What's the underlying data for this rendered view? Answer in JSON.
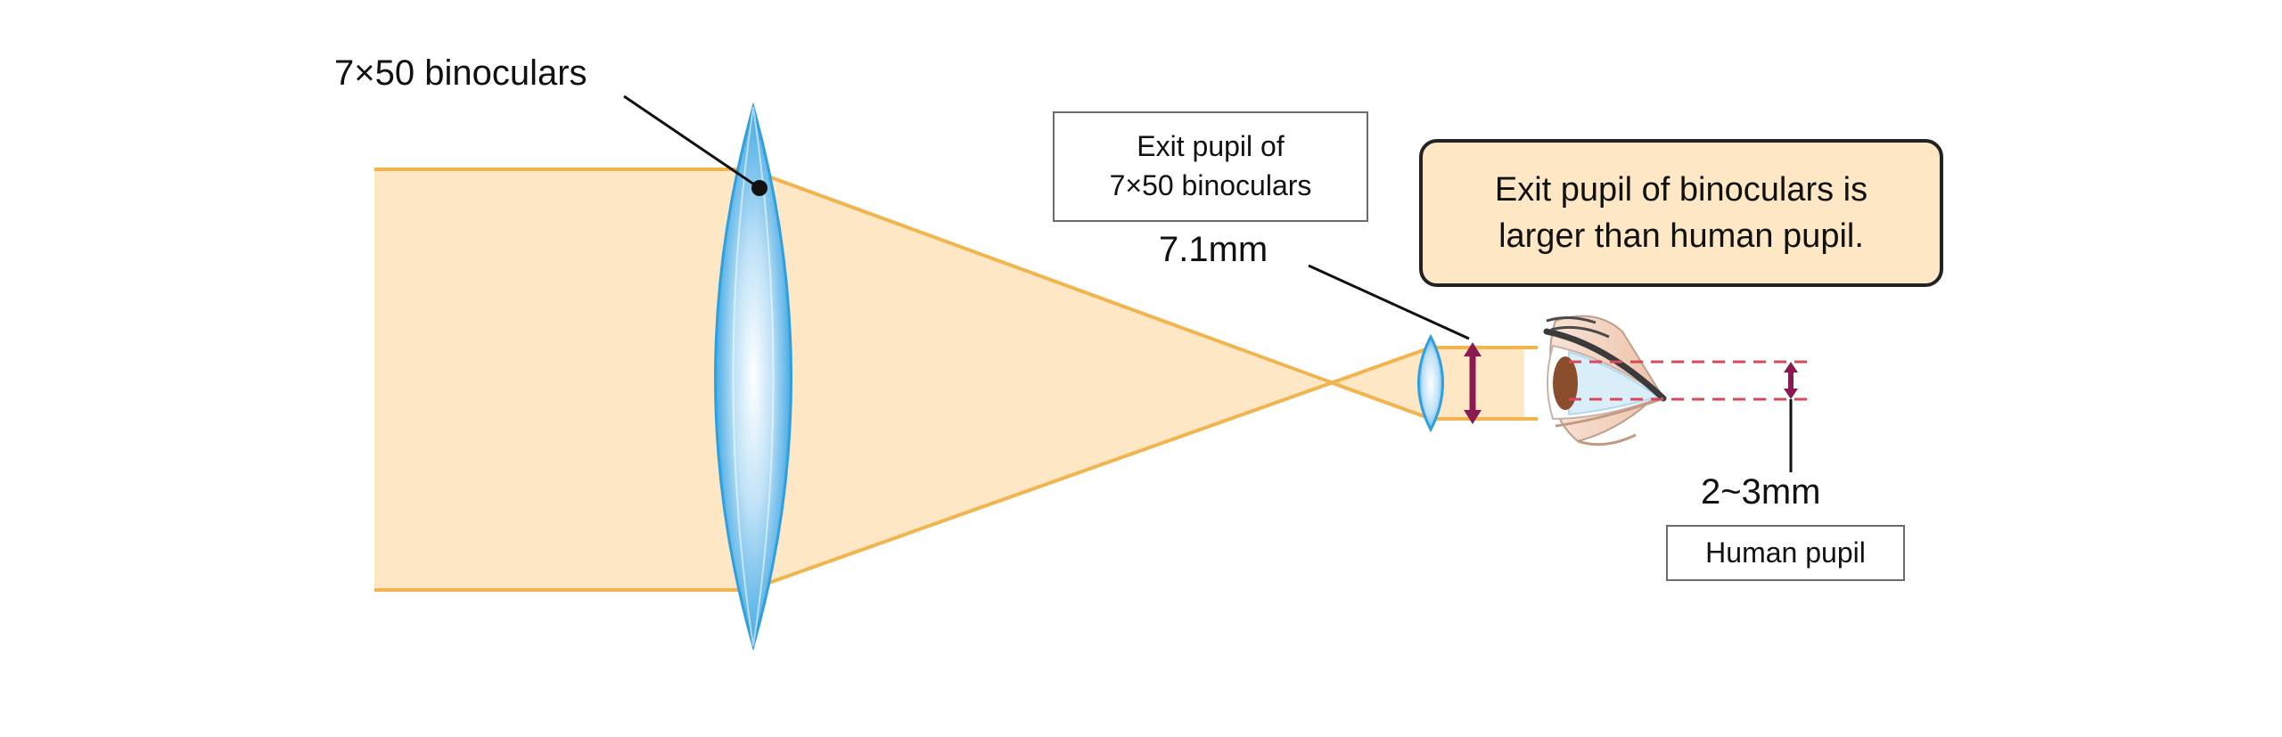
{
  "labels": {
    "objective": "7×50 binoculars",
    "exit_pupil_box": [
      "Exit pupil of",
      "7×50 binoculars"
    ],
    "exit_pupil_size": "7.1mm",
    "callout": [
      "Exit pupil of binoculars is",
      "larger than human pupil."
    ],
    "human_pupil_size": "2~3mm",
    "human_pupil_box": "Human pupil"
  },
  "colors": {
    "beam_fill": "#fde7c4",
    "beam_edge": "#f2b44e",
    "lens_center": "#ffffff",
    "lens_edge": "#2f9fe0",
    "arrow": "#8b1a52",
    "pupil_dash": "#d64a5a",
    "callout_fill": "#fde7c4",
    "leader": "#111111",
    "skin": "#f4d5c2",
    "iris": "#8a4e2c"
  }
}
